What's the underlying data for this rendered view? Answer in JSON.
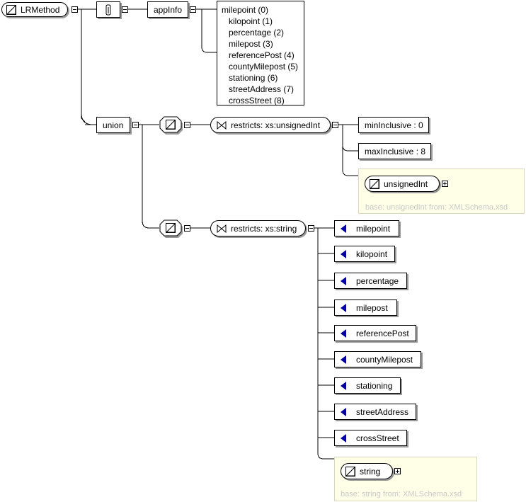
{
  "root": {
    "label": "LRMethod"
  },
  "annotation": {
    "icon": "annotation-icon"
  },
  "appinfo": {
    "label": "appInfo",
    "lines": [
      "milepoint (0)",
      "kilopoint (1)",
      "percentage (2)",
      "milepost (3)",
      "referencePost (4)",
      "countyMilepost (5)",
      "stationing (6)",
      "streetAddress (7)",
      "crossStreet (8)"
    ]
  },
  "union": {
    "label": "union"
  },
  "restriction_int": {
    "label": "restricts: xs:unsignedInt",
    "facets": [
      "minInclusive : 0",
      "maxInclusive : 8"
    ],
    "base_type": "unsignedInt",
    "base_note": "base: unsignedInt from: XMLSchema.xsd"
  },
  "restriction_str": {
    "label": "restricts: xs:string",
    "enumerations": [
      "milepoint",
      "kilopoint",
      "percentage",
      "milepost",
      "referencePost",
      "countyMilepost",
      "stationing",
      "streetAddress",
      "crossStreet"
    ],
    "base_type": "string",
    "base_note": "base: string from: XMLSchema.xsd"
  },
  "colors": {
    "enum_marker": "#0000a0",
    "type_area": "#ffffe8"
  }
}
